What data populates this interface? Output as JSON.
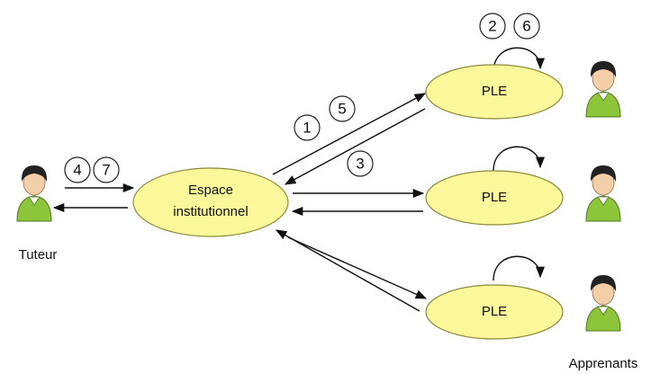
{
  "nodes": {
    "espace": {
      "line1": "Espace",
      "line2": "institutionnel"
    },
    "ple_top": "PLE",
    "ple_middle": "PLE",
    "ple_bottom": "PLE"
  },
  "actors": {
    "tutor_label": "Tuteur",
    "learners_label": "Apprenants"
  },
  "steps": {
    "tutor_to_espace": [
      "4",
      "7"
    ],
    "espace_to_ple_top": [
      "1",
      "5"
    ],
    "ple_top_to_espace": [
      "3"
    ],
    "ple_top_self_loop": [
      "2",
      "6"
    ]
  },
  "colors": {
    "node_fill": "#fbf79b",
    "person_body": "#8cc43a",
    "person_hair": "#222222",
    "person_skin": "#f2cfa8"
  }
}
